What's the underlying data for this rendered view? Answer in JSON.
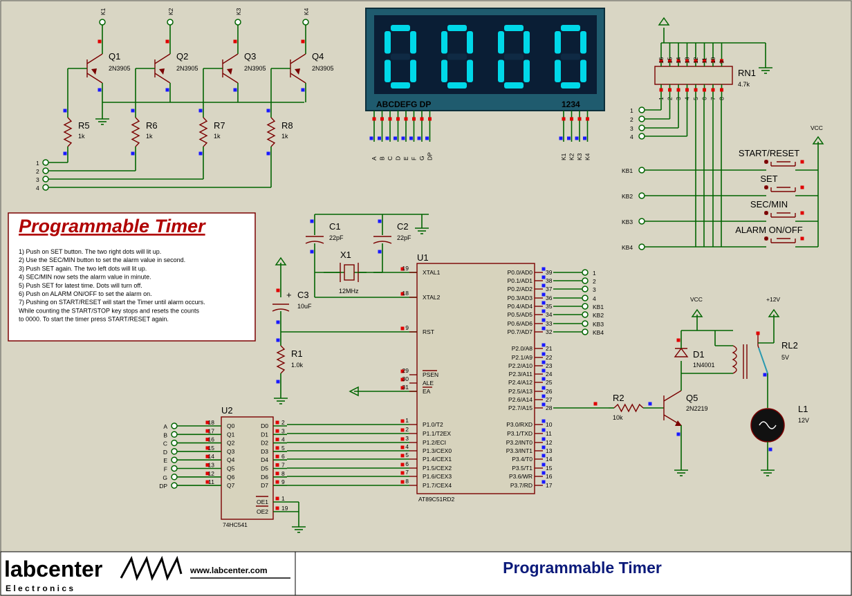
{
  "title_block": {
    "logo_text": "labcenter",
    "logo_sub": "E l e c t r o n i c s",
    "url": "www.labcenter.com",
    "title": "Programmable Timer"
  },
  "notes_box": {
    "heading": "Programmable Timer",
    "lines": [
      "1) Push on SET button. The two right dots will lit up.",
      "2) Use the SEC/MIN button to set the alarm value in second.",
      "3) Push SET again. The two left dots will lit up.",
      "4) SEC/MIN now sets the alarm value in minute.",
      "5) Push SET for latest time. Dots will turn off.",
      "6) Push on ALARM ON/OFF to set the alarm on.",
      "7) Pushing on START/RESET will start the Timer until alarm occurs.",
      "   While counting the START/STOP key stops and resets the counts",
      "   to 0000. To start the timer press START/RESET again."
    ]
  },
  "display": {
    "digits": "0000",
    "seg_label": "ABCDEFG  DP",
    "digit_label": "1234",
    "pins_left": [
      "A",
      "B",
      "C",
      "D",
      "E",
      "F",
      "G",
      "DP"
    ],
    "pins_right": [
      "K1",
      "K2",
      "K3",
      "K4"
    ],
    "colors": {
      "bezel": "#1f5b6e",
      "face": "#0a1e35",
      "segment": "#00d8e8"
    }
  },
  "transistors": [
    {
      "ref": "Q1",
      "value": "2N3905",
      "collector": "K1"
    },
    {
      "ref": "Q2",
      "value": "2N3905",
      "collector": "K2"
    },
    {
      "ref": "Q3",
      "value": "2N3905",
      "collector": "K3"
    },
    {
      "ref": "Q4",
      "value": "2N3905",
      "collector": "K4"
    }
  ],
  "base_resistors": [
    {
      "ref": "R5",
      "value": "1k"
    },
    {
      "ref": "R6",
      "value": "1k"
    },
    {
      "ref": "R7",
      "value": "1k"
    },
    {
      "ref": "R8",
      "value": "1k"
    }
  ],
  "left_terminals": [
    "1",
    "2",
    "3",
    "4"
  ],
  "rn1": {
    "ref": "RN1",
    "value": "4.7k",
    "top_pins": [
      "16",
      "15",
      "14",
      "13",
      "12",
      "11",
      "10",
      "9"
    ],
    "bottom_pins": [
      "1",
      "2",
      "3",
      "4",
      "5",
      "6",
      "7",
      "8"
    ]
  },
  "rn_terminals": [
    "1",
    "2",
    "3",
    "4"
  ],
  "kb_terminals": [
    "KB1",
    "KB2",
    "KB3",
    "KB4"
  ],
  "buttons": [
    "START/RESET",
    "SET",
    "SEC/MIN",
    "ALARM ON/OFF"
  ],
  "vcc_label": "VCC",
  "caps": [
    {
      "ref": "C1",
      "value": "22pF"
    },
    {
      "ref": "C2",
      "value": "22pF"
    },
    {
      "ref": "C3",
      "value": "10uF"
    }
  ],
  "crystal": {
    "ref": "X1",
    "value": "12MHz"
  },
  "r1": {
    "ref": "R1",
    "value": "1.0k"
  },
  "u1": {
    "ref": "U1",
    "part": "AT89C51RD2",
    "left_pins": [
      {
        "num": "19",
        "name": "XTAL1"
      },
      {
        "num": "18",
        "name": "XTAL2"
      },
      {
        "num": "9",
        "name": "RST"
      },
      {
        "num": "29",
        "name": "PSEN"
      },
      {
        "num": "30",
        "name": "ALE"
      },
      {
        "num": "31",
        "name": "EA"
      },
      {
        "num": "1",
        "name": "P1.0/T2"
      },
      {
        "num": "2",
        "name": "P1.1/T2EX"
      },
      {
        "num": "3",
        "name": "P1.2/ECI"
      },
      {
        "num": "4",
        "name": "P1.3/CEX0"
      },
      {
        "num": "5",
        "name": "P1.4/CEX1"
      },
      {
        "num": "6",
        "name": "P1.5/CEX2"
      },
      {
        "num": "7",
        "name": "P1.6/CEX3"
      },
      {
        "num": "8",
        "name": "P1.7/CEX4"
      }
    ],
    "right_pins": [
      {
        "num": "39",
        "name": "P0.0/AD0",
        "net": "1"
      },
      {
        "num": "38",
        "name": "P0.1/AD1",
        "net": "2"
      },
      {
        "num": "37",
        "name": "P0.2/AD2",
        "net": "3"
      },
      {
        "num": "36",
        "name": "P0.3/AD3",
        "net": "4"
      },
      {
        "num": "35",
        "name": "P0.4/AD4",
        "net": "KB1"
      },
      {
        "num": "34",
        "name": "P0.5/AD5",
        "net": "KB2"
      },
      {
        "num": "33",
        "name": "P0.6/AD6",
        "net": "KB3"
      },
      {
        "num": "32",
        "name": "P0.7/AD7",
        "net": "KB4"
      },
      {
        "num": "21",
        "name": "P2.0/A8"
      },
      {
        "num": "22",
        "name": "P2.1/A9"
      },
      {
        "num": "23",
        "name": "P2.2/A10"
      },
      {
        "num": "24",
        "name": "P2.3/A11"
      },
      {
        "num": "25",
        "name": "P2.4/A12"
      },
      {
        "num": "26",
        "name": "P2.5/A13"
      },
      {
        "num": "27",
        "name": "P2.6/A14"
      },
      {
        "num": "28",
        "name": "P2.7/A15"
      },
      {
        "num": "10",
        "name": "P3.0/RXD"
      },
      {
        "num": "11",
        "name": "P3.1/TXD"
      },
      {
        "num": "12",
        "name": "P3.2/INT0"
      },
      {
        "num": "13",
        "name": "P3.3/INT1"
      },
      {
        "num": "14",
        "name": "P3.4/T0"
      },
      {
        "num": "15",
        "name": "P3.5/T1"
      },
      {
        "num": "16",
        "name": "P3.6/WR"
      },
      {
        "num": "17",
        "name": "P3.7/RD"
      }
    ]
  },
  "u2": {
    "ref": "U2",
    "part": "74HC541",
    "in_nets": [
      "A",
      "B",
      "C",
      "D",
      "E",
      "F",
      "G",
      "DP"
    ],
    "in_pins": [
      {
        "num": "18",
        "name": "Q0"
      },
      {
        "num": "17",
        "name": "Q1"
      },
      {
        "num": "16",
        "name": "Q2"
      },
      {
        "num": "15",
        "name": "Q3"
      },
      {
        "num": "14",
        "name": "Q4"
      },
      {
        "num": "13",
        "name": "Q5"
      },
      {
        "num": "12",
        "name": "Q6"
      },
      {
        "num": "11",
        "name": "Q7"
      }
    ],
    "out_pins": [
      {
        "num": "2",
        "name": "D0"
      },
      {
        "num": "3",
        "name": "D1"
      },
      {
        "num": "4",
        "name": "D2"
      },
      {
        "num": "5",
        "name": "D3"
      },
      {
        "num": "6",
        "name": "D4"
      },
      {
        "num": "7",
        "name": "D5"
      },
      {
        "num": "8",
        "name": "D6"
      },
      {
        "num": "9",
        "name": "D7"
      }
    ],
    "oe_pins": [
      {
        "num": "1",
        "name": "OE1"
      },
      {
        "num": "19",
        "name": "OE2"
      }
    ]
  },
  "driver": {
    "r2": {
      "ref": "R2",
      "value": "10k"
    },
    "q5": {
      "ref": "Q5",
      "value": "2N2219"
    },
    "d1": {
      "ref": "D1",
      "value": "1N4001"
    },
    "rl2": {
      "ref": "RL2",
      "value": "5V"
    },
    "l1": {
      "ref": "L1",
      "value": "12V"
    },
    "vcc": "VCC",
    "v12": "+12V"
  }
}
